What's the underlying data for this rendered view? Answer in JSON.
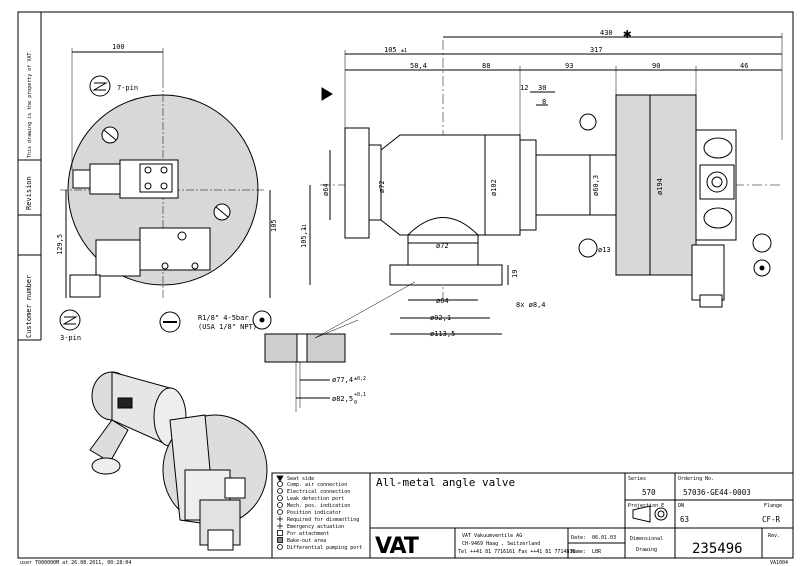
{
  "sidebar": {
    "property_note": "This drawing is the property of VAT.",
    "revision": "Revision",
    "customer_number": "Customer number"
  },
  "dimensions": {
    "d100": "100",
    "d430": "430",
    "d105": "105",
    "d317": "317",
    "d58_4": "58,4",
    "d88": "88",
    "d93": "93",
    "d90": "90",
    "d46": "46",
    "d12": "12",
    "d30": "30",
    "d8": "8",
    "d129_5": "129,5",
    "d105_v": "105",
    "d105_1": "105,1",
    "d64_v": "ø64",
    "d72_v": "ø72",
    "d102": "ø102",
    "d60_3": "ø60,3",
    "d194": "ø194",
    "d19": "19",
    "d72_h": "ø72",
    "d64_h": "ø64",
    "d92_1": "ø92,1",
    "d113_5": "ø113,5",
    "bolts": "8x ø8,4",
    "d77_4": "ø77,4",
    "d77_4_tol": "±0,2",
    "d82_5": "ø82,5",
    "d82_5_tol_up": "+0,1",
    "d82_5_tol_down": "0",
    "d13": "ø13",
    "tol_105": "±1",
    "tol_105_1": "±1"
  },
  "labels": {
    "pin7": "7-pin",
    "pin3": "3-pin",
    "thread": "R1/8\" 4-5bar",
    "thread_usa": "(USA 1/8\" NPT)",
    "star": "✱"
  },
  "legend": [
    "Seat side",
    "Comp. air connection",
    "Electrical connection",
    "Leak detection port",
    "Mech. pos. indication",
    "Position indicator",
    "Required for dismantling",
    "Emergency actuation",
    "For attachment",
    "Bake-out area",
    "Differential pumping port"
  ],
  "title_block": {
    "title": "All-metal angle valve",
    "company": "VAT Vakuumventile AG",
    "address": "CH-9469 Haag , Switzerland",
    "phone": "Tel ++41 81 7716161 Fax ++41 81 7714830",
    "logo": "VAT",
    "date_label": "Date:",
    "date_value": "06.01.03",
    "name_label": "Name:",
    "name_value": "LBR",
    "dimensional_drawing_1": "Dimensional",
    "dimensional_drawing_2": "Drawing",
    "series_label": "Series",
    "series_value": "570",
    "ordering_label": "Ordering No.",
    "ordering_value": "57036-GE44-0003",
    "projection_label": "Projection E",
    "dn_label": "DN",
    "dn_value": "63",
    "flange_label": "Flange",
    "flange_value": "CF-R",
    "drawing_number": "235496",
    "rev_label": "Rev.",
    "bottom_code": "VA1004"
  },
  "footer_note": "user T000000M at 26.08.2011, 00:28:04"
}
